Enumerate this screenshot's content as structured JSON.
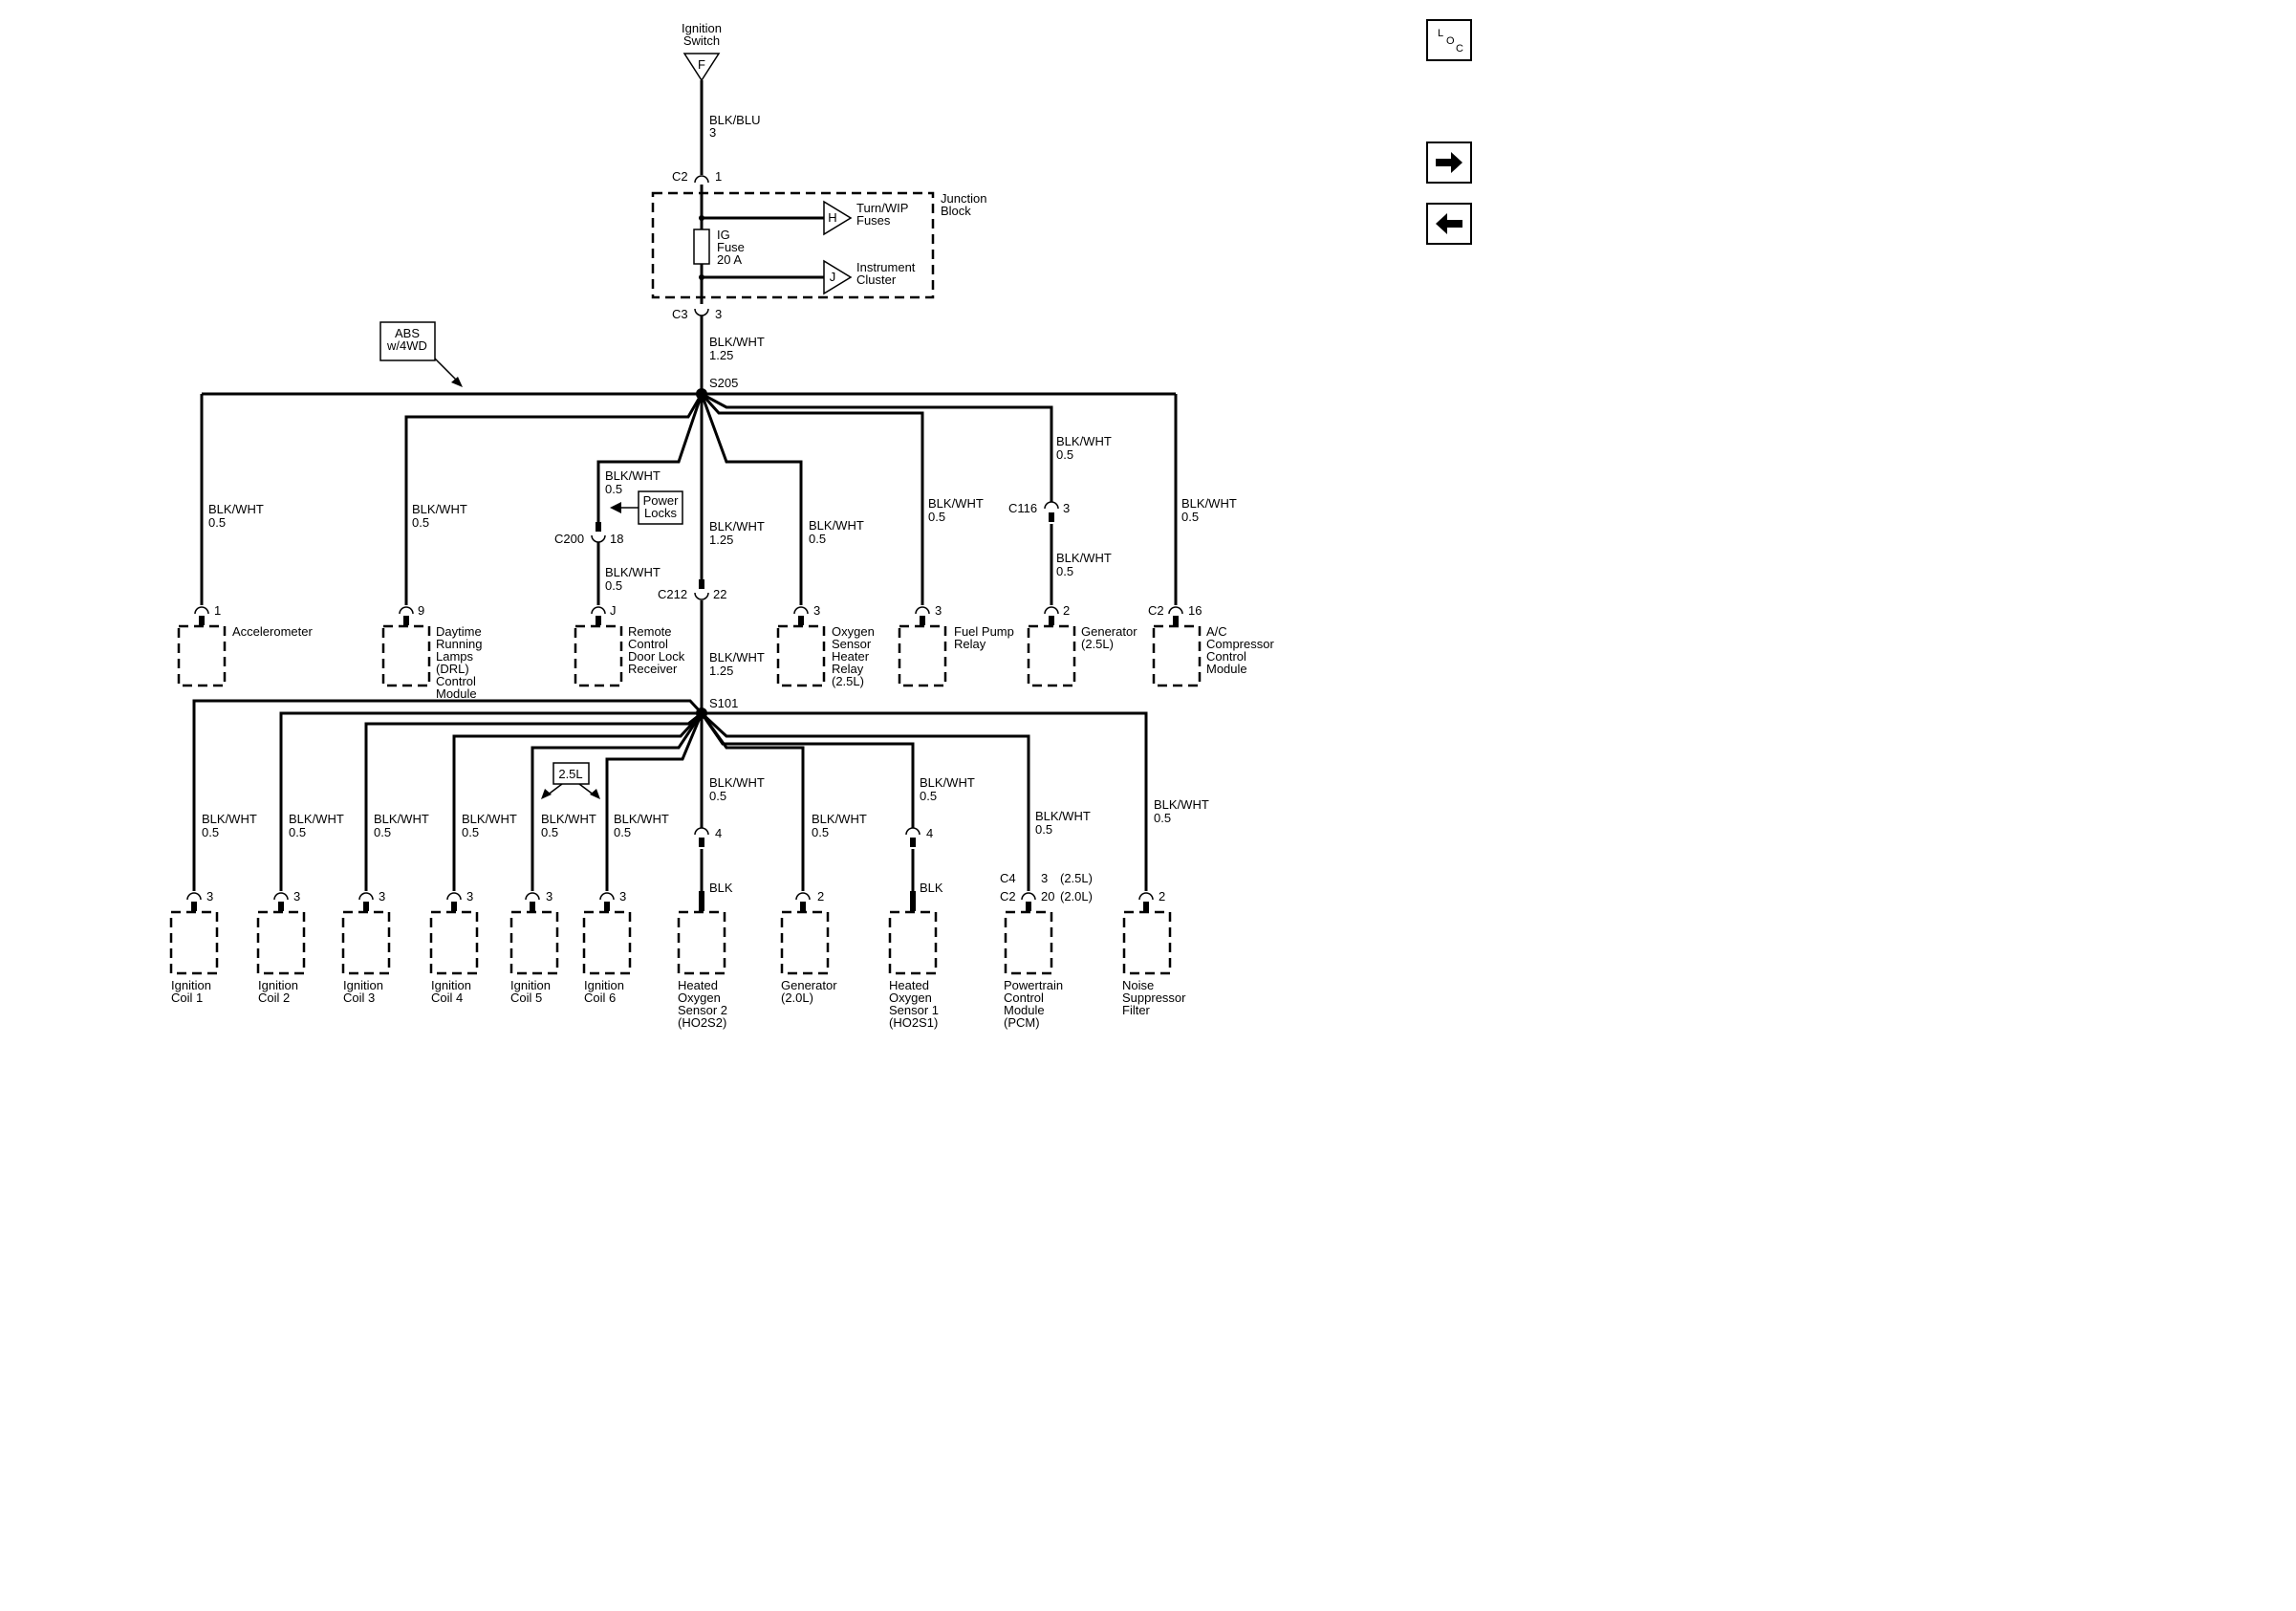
{
  "source": {
    "name": "Ignition Switch",
    "terminal": "F"
  },
  "wires": {
    "main": {
      "color": "BLK/BLU",
      "size": "3"
    },
    "trunk": {
      "color": "BLK/WHT",
      "size": "1.25"
    },
    "branch": {
      "color": "BLK/WHT",
      "size": "0.5"
    },
    "black": "BLK"
  },
  "junction_block": {
    "label": "Junction Block",
    "fuse": "IG Fuse 20 A",
    "in_conn": "C2",
    "in_pin": "1",
    "out_conn": "C3",
    "out_pin": "3",
    "outputs": [
      {
        "terminal": "H",
        "label": "Turn/WIP Fuses"
      },
      {
        "terminal": "J",
        "label": "Instrument Cluster"
      }
    ]
  },
  "splices": [
    "S205",
    "S101"
  ],
  "notes": {
    "abs": "ABS w/4WD",
    "power_locks": "Power Locks",
    "engine": "2.5L"
  },
  "connectors": {
    "c200": {
      "name": "C200",
      "pin": "18"
    },
    "c212": {
      "name": "C212",
      "pin": "22"
    },
    "c116": {
      "name": "C116",
      "pin": "3"
    },
    "pcm": {
      "c4": "C4",
      "c4_pin": "3",
      "c4_engine": "(2.5L)",
      "c2": "C2",
      "c2_pin": "20",
      "c2_engine": "(2.0L)"
    },
    "ac": {
      "name": "C2",
      "pin": "16"
    }
  },
  "s205_loads": [
    {
      "pin": "1",
      "label": "Accelerometer"
    },
    {
      "pin": "9",
      "label": "Daytime Running Lamps (DRL) Control Module"
    },
    {
      "pin": "J",
      "label": "Remote Control Door Lock Receiver"
    },
    {
      "pin": "3",
      "label": "Oxygen Sensor Heater Relay (2.5L)"
    },
    {
      "pin": "3",
      "label": "Fuel Pump Relay"
    },
    {
      "pin": "2",
      "label": "Generator (2.5L)"
    },
    {
      "pin": "16",
      "label": "A/C Compressor Control Module"
    }
  ],
  "s101_loads": [
    {
      "pin": "3",
      "label": "Ignition Coil 1"
    },
    {
      "pin": "3",
      "label": "Ignition Coil 2"
    },
    {
      "pin": "3",
      "label": "Ignition Coil 3"
    },
    {
      "pin": "3",
      "label": "Ignition Coil 4"
    },
    {
      "pin": "3",
      "label": "Ignition Coil 5"
    },
    {
      "pin": "3",
      "label": "Ignition Coil 6"
    },
    {
      "pin": "4",
      "label": "Heated Oxygen Sensor 2 (HO2S2)"
    },
    {
      "pin": "2",
      "label": "Generator (2.0L)"
    },
    {
      "pin": "4",
      "label": "Heated Oxygen Sensor 1 (HO2S1)"
    },
    {
      "pin": "3",
      "label": "Powertrain Control Module (PCM)"
    },
    {
      "pin": "2",
      "label": "Noise Suppressor Filter"
    }
  ],
  "nav": {
    "loc": "LOC",
    "next_icon": "arrow-right-icon",
    "prev_icon": "arrow-left-icon"
  }
}
